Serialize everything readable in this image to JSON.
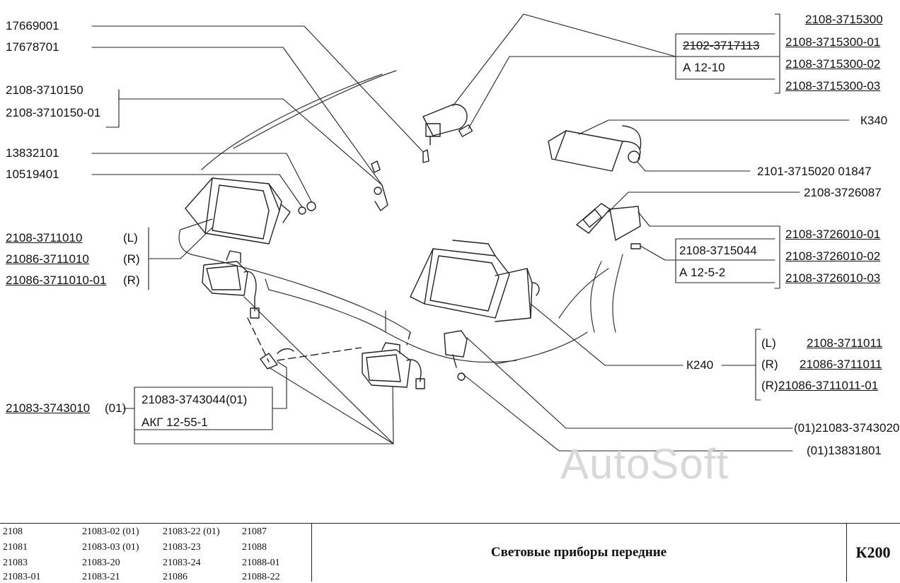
{
  "labels": {
    "p17669001": "17669001",
    "p17678701": "17678701",
    "p2108_3710150": "2108-3710150",
    "p2108_3710150_01": "2108-3710150-01",
    "p13832101": "13832101",
    "p10519401": "10519401",
    "p2108_3711010": "2108-3711010",
    "p21086_3711010": "21086-3711010",
    "p21086_3711010_01": "21086-3711010-01",
    "side_L": "(L)",
    "side_R": "(R)",
    "side_R2": "(R)",
    "p21083_3743010": "21083-3743010",
    "suffix_01": "(01)",
    "p21083_3743044": "21083-3743044(01)",
    "akg": "АКГ 12-55-1",
    "p2102_3717113": "2102-3717113",
    "a12_10": "А 12-10",
    "p2108_3715300": "2108-3715300",
    "p2108_3715300_01": "2108-3715300-01",
    "p2108_3715300_02": "2108-3715300-02",
    "p2108_3715300_03": "2108-3715300-03",
    "k340": "К340",
    "p2101_3715020": "2101-3715020  01847",
    "p2108_3726087": "2108-3726087",
    "p2108_3715044": "2108-3715044",
    "a12_5_2": "А 12-5-2",
    "p2108_3726010_01": "2108-3726010-01",
    "p2108_3726010_02": "2108-3726010-02",
    "p2108_3726010_03": "2108-3726010-03",
    "k240": "К240",
    "r_L": "(L)",
    "r_R": "(R)",
    "r_R2": "(R)",
    "p2108_3711011": "2108-3711011",
    "p21086_3711011": "21086-3711011",
    "p21086_3711011_01": "21086-3711011-01",
    "p21083_3743020": "(01)21083-3743020",
    "p13831801": "(01)13831801"
  },
  "watermark": "AutoSoft",
  "title_block": {
    "models": [
      [
        "2108",
        "21083-02 (01)",
        "21083-22 (01)",
        "21087"
      ],
      [
        "21081",
        "21083-03 (01)",
        "21083-23",
        "21088"
      ],
      [
        "21083",
        "21083-20",
        "21083-24",
        "21088-01"
      ],
      [
        "21083-01",
        "21083-21",
        "21086",
        "21088-22"
      ]
    ],
    "title": "Световые приборы передние",
    "code": "К200"
  }
}
